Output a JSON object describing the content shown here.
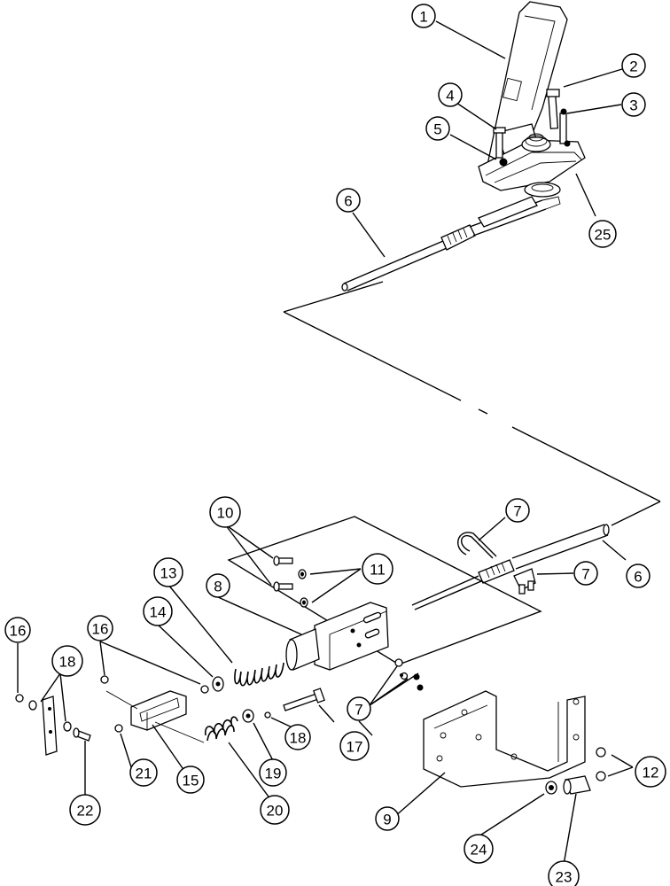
{
  "callouts": [
    {
      "label": "1"
    },
    {
      "label": "2"
    },
    {
      "label": "3"
    },
    {
      "label": "4"
    },
    {
      "label": "5"
    },
    {
      "label": "25"
    },
    {
      "label": "6"
    },
    {
      "label": "7"
    },
    {
      "label": "7"
    },
    {
      "label": "6"
    },
    {
      "label": "10"
    },
    {
      "label": "11"
    },
    {
      "label": "13"
    },
    {
      "label": "8"
    },
    {
      "label": "14"
    },
    {
      "label": "16"
    },
    {
      "label": "16"
    },
    {
      "label": "18"
    },
    {
      "label": "7"
    },
    {
      "label": "12"
    },
    {
      "label": "17"
    },
    {
      "label": "18"
    },
    {
      "label": "19"
    },
    {
      "label": "15"
    },
    {
      "label": "21"
    },
    {
      "label": "22"
    },
    {
      "label": "20"
    },
    {
      "label": "9"
    },
    {
      "label": "24"
    },
    {
      "label": "23"
    }
  ]
}
